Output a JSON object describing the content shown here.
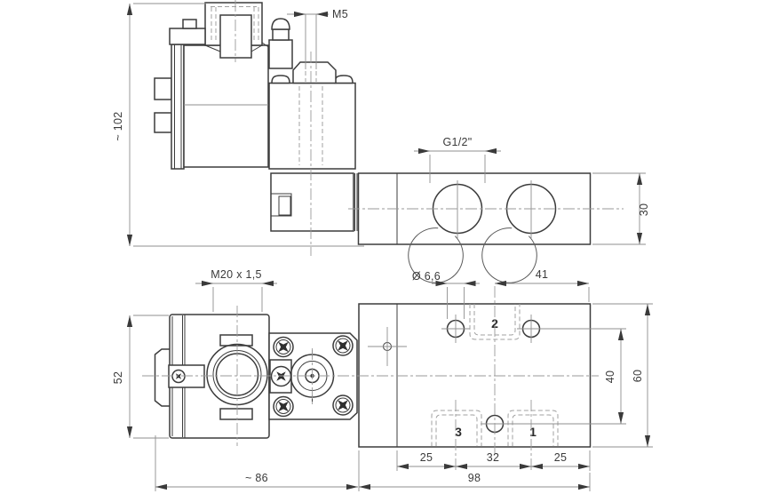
{
  "drawing": {
    "kind": "technical dimension drawing, 2 views, solenoid valve"
  },
  "side_view": {
    "overall_height": "~ 102",
    "exhaust_thread": "M5",
    "port_thread": "G1/2\"",
    "body_height": "30"
  },
  "top_view": {
    "cable_gland_thread": "M20 x 1,5",
    "mounting_hole_diameter": "Ø 6,6",
    "hole_to_edge": "41",
    "solenoid_width": "52",
    "hole_row_spacing": "40",
    "body_width": "60",
    "port3_pitch": "25",
    "port_center_pitch": "32",
    "port1_pitch": "25",
    "body_length": "98",
    "solenoid_length": "~ 86",
    "port_labels": {
      "p1": "1",
      "p2": "2",
      "p3": "3"
    }
  },
  "colors": {
    "background": "#ffffff",
    "outline": "#3c3c3c",
    "thin_line": "#8f8f8f",
    "hidden_line": "#a0a0a0",
    "text": "#3a3a3a"
  }
}
